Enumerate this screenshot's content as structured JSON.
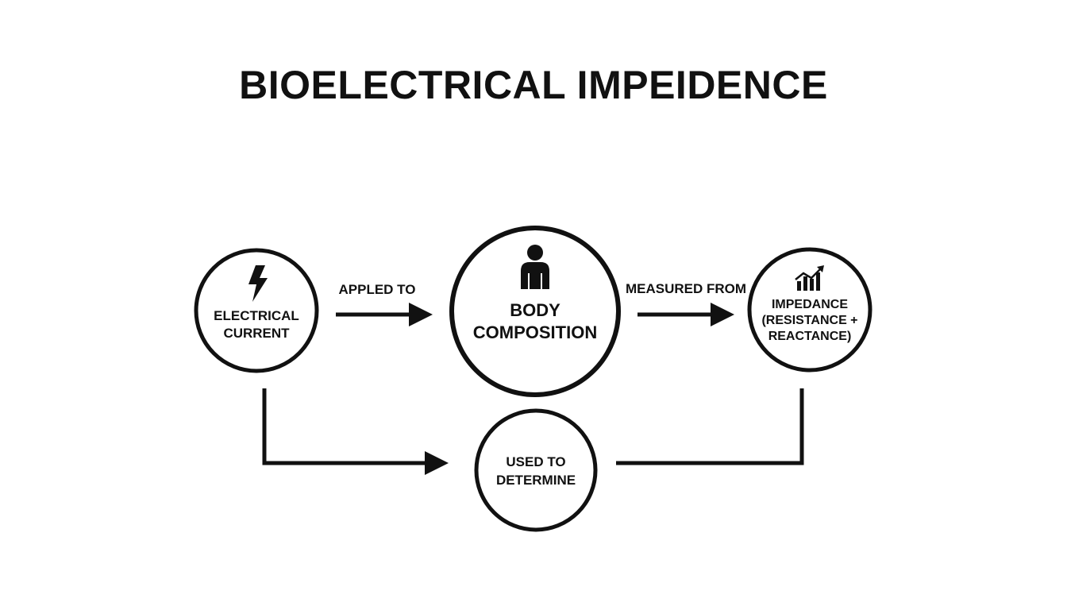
{
  "title": "BIOELECTRICAL IMPEIDENCE",
  "nodes": {
    "current": {
      "line1": "ELECTRICAL",
      "line2": "CURRENT",
      "icon": "lightning-bolt-icon"
    },
    "body": {
      "line1": "BODY",
      "line2": "COMPOSITION",
      "icon": "person-icon"
    },
    "impedance": {
      "line1": "IMPEDANCE",
      "line2": "(RESISTANCE +",
      "line3": "REACTANCE)",
      "icon": "growth-chart-icon"
    },
    "determine": {
      "line1": "USED TO",
      "line2": "DETERMINE"
    }
  },
  "edges": {
    "applied_to": "APPLED TO",
    "measured_from": "MEASURED FROM"
  },
  "colors": {
    "ink": "#111111",
    "background": "#ffffff"
  }
}
